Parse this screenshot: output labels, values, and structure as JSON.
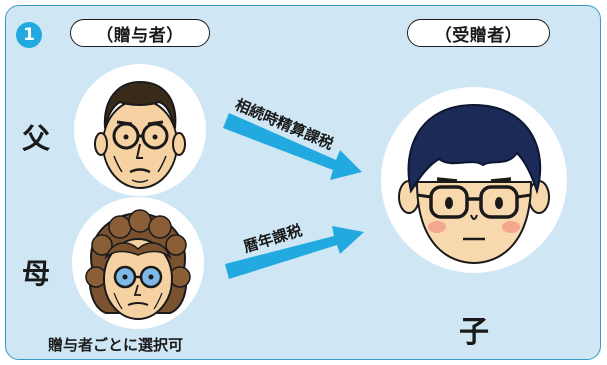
{
  "badge": {
    "number": "1"
  },
  "header": {
    "giver": "（贈与者）",
    "recipient": "（受贈者）"
  },
  "people": {
    "father": "父",
    "mother": "母",
    "child": "子"
  },
  "arrows": {
    "father_to_child": "相続時精算課税",
    "mother_to_child": "暦年課税"
  },
  "note": "贈与者ごとに選択可",
  "colors": {
    "panel_bg": "#cfe7f5",
    "panel_border": "#3a9bcb",
    "badge": "#22a9e0",
    "arrow": "#22a9e0"
  },
  "icons": {
    "father": "elderly-man-face-icon",
    "mother": "elderly-woman-face-icon",
    "child": "young-man-face-icon"
  }
}
